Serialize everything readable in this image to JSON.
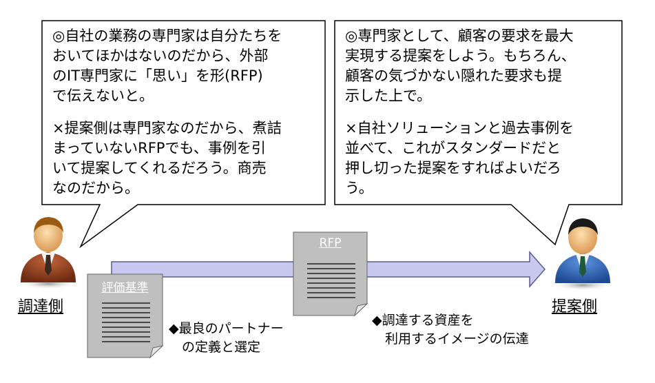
{
  "left_bubble": {
    "items": [
      "◎自社の業務の専門家は自分たちを\nおいてほかはないのだから、外部\nのIT専門家に「思い」を形(RFP)\nで伝えないと。",
      "×提案側は専門家なのだから、煮詰\nまっていないRFPでも、事例を引\nいて提案してくれるだろう。商売\nなのだから。"
    ]
  },
  "right_bubble": {
    "items": [
      "◎専門家として、顧客の要求を最大\n実現する提案をしよう。もちろん、\n顧客の気づかない隠れた要求も提\n示した上で。",
      "×自社ソリューションと過去事例を\n並べて、これがスタンダードだと\n押し切った提案をすればよいだろ\nう。"
    ]
  },
  "actors": {
    "left_label": "調達側",
    "right_label": "提案側"
  },
  "documents": {
    "criteria_title": "評価基準",
    "rfp_title": "RFP"
  },
  "captions": {
    "criteria": "◆最良のパートナー\n　の定義と選定",
    "rfp": "◆調達する資産を\n　利用するイメージの伝達"
  },
  "colors": {
    "arrow_fill": "#c9c9ef",
    "arrow_stroke": "#5a5a8a",
    "doc_fill": "#bfbfbf",
    "left_suit": "#8b3a1c",
    "right_suit": "#2a5fb0"
  }
}
